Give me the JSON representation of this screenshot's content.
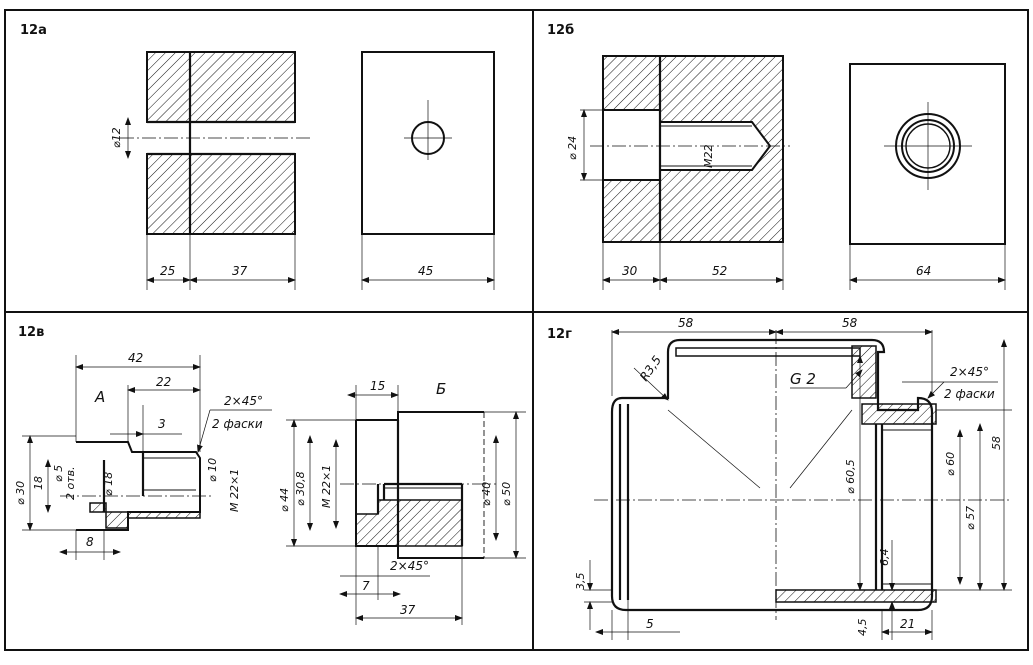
{
  "panels": {
    "a": {
      "label": "12а",
      "dims": {
        "diameter": "⌀12",
        "left_len": "25",
        "right_len": "37",
        "width": "45"
      }
    },
    "b": {
      "label": "12б",
      "dims": {
        "diameter": "⌀ 24",
        "thread": "M22",
        "left_len": "30",
        "right_len": "52",
        "width": "64"
      }
    },
    "c": {
      "label": "12в",
      "view_a_label": "А",
      "view_b_label": "Б",
      "dims_a": {
        "overall": "42",
        "len22": "22",
        "len3": "3",
        "chamfer": "2×45°",
        "chamfer_note": "2 фаски",
        "d30": "⌀ 30",
        "d18v": "18",
        "d5": "⌀ 5",
        "holes": "2 отв.",
        "d18": "⌀ 18",
        "d10": "⌀ 10",
        "m22": "M 22×1",
        "len8": "8"
      },
      "dims_b": {
        "len15": "15",
        "d44": "⌀ 44",
        "d308": "⌀ 30,8",
        "m22": "M 22×1",
        "d40": "⌀ 40",
        "d50": "⌀ 50",
        "chamfer": "2×45°",
        "len7": "7",
        "len37": "37"
      }
    },
    "d": {
      "label": "12г",
      "dims": {
        "top_left": "58",
        "top_right": "58",
        "radius": "R3,5",
        "g2": "G 2",
        "chamfer": "2×45°",
        "chamfer_note": "2 фаски",
        "d605": "⌀ 60,5",
        "d60": "⌀ 60",
        "d57": "⌀ 57",
        "h58": "58",
        "h64": "6,4",
        "h35": "3,5",
        "h45": "4,5",
        "len5": "5",
        "len21": "21"
      }
    }
  }
}
